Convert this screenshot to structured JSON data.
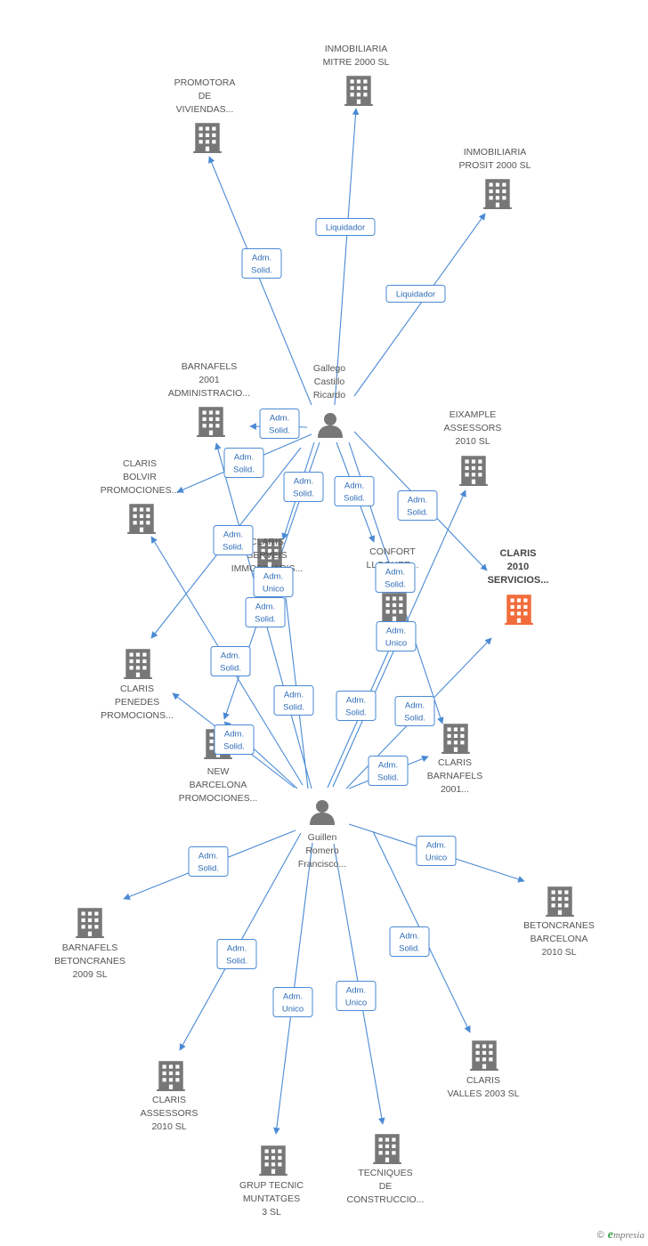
{
  "colors": {
    "edge": "#4a8ad4",
    "node": "#777777",
    "highlight": "#f26b3a",
    "edge_text": "#2e6cb8"
  },
  "nodes": [
    {
      "id": "mitre",
      "kind": "company",
      "label": [
        "INMOBILIARIA",
        "MITRE 2000 SL"
      ]
    },
    {
      "id": "promotora",
      "kind": "company",
      "label": [
        "PROMOTORA",
        "DE",
        "VIVIENDAS..."
      ]
    },
    {
      "id": "prosit",
      "kind": "company",
      "label": [
        "INMOBILIARIA",
        "PROSIT 2000 SL"
      ]
    },
    {
      "id": "gallego",
      "kind": "person",
      "label": [
        "Gallego",
        "Castillo",
        "Ricardo"
      ]
    },
    {
      "id": "barnafels2001adm",
      "kind": "company",
      "label": [
        "BARNAFELS",
        "2001",
        "ADMINISTRACIO..."
      ]
    },
    {
      "id": "eixample",
      "kind": "company",
      "label": [
        "EIXAMPLE",
        "ASSESSORS",
        "2010 SL"
      ]
    },
    {
      "id": "bolvir",
      "kind": "company",
      "label": [
        "CLARIS",
        "BOLVIR",
        "PROMOCIONES..."
      ]
    },
    {
      "id": "serveis",
      "kind": "company",
      "label": [
        "CLARIS",
        "SERVEIS",
        "IMMOBILIARIS..."
      ]
    },
    {
      "id": "confort",
      "kind": "company",
      "label": [
        "CONFORT",
        "LLOGUER..."
      ]
    },
    {
      "id": "claris2010",
      "kind": "company",
      "highlight": true,
      "label": [
        "CLARIS",
        "2010",
        "SERVICIOS..."
      ]
    },
    {
      "id": "penedes",
      "kind": "company",
      "label": [
        "CLARIS",
        "PENEDES",
        "PROMOCIONS..."
      ]
    },
    {
      "id": "newbcn",
      "kind": "company",
      "label": [
        "NEW",
        "BARCELONA",
        "PROMOCIONES..."
      ]
    },
    {
      "id": "barnafels2001",
      "kind": "company",
      "label": [
        "CLARIS",
        "BARNAFELS",
        "2001..."
      ]
    },
    {
      "id": "guillen",
      "kind": "person",
      "label": [
        "Guillen",
        "Romero",
        "Francisco..."
      ]
    },
    {
      "id": "betbcn",
      "kind": "company",
      "label": [
        "BETONCRANES",
        "BARCELONA",
        "2010 SL"
      ]
    },
    {
      "id": "barnafelsbet",
      "kind": "company",
      "label": [
        "BARNAFELS",
        "BETONCRANES",
        "2009 SL"
      ]
    },
    {
      "id": "valles",
      "kind": "company",
      "label": [
        "CLARIS",
        "VALLES 2003 SL"
      ]
    },
    {
      "id": "assessors",
      "kind": "company",
      "label": [
        "CLARIS",
        "ASSESSORS",
        "2010 SL"
      ]
    },
    {
      "id": "grup",
      "kind": "company",
      "label": [
        "GRUP TECNIC",
        "MUNTATGES",
        "3 SL"
      ]
    },
    {
      "id": "tecniques",
      "kind": "company",
      "label": [
        "TECNIQUES",
        "DE",
        "CONSTRUCCIO..."
      ]
    }
  ],
  "edges": [
    {
      "from": "gallego",
      "to": "mitre",
      "label": [
        "Liquidador"
      ]
    },
    {
      "from": "gallego",
      "to": "promotora",
      "label": [
        "Adm.",
        "Solid."
      ]
    },
    {
      "from": "gallego",
      "to": "prosit",
      "label": [
        "Liquidador"
      ]
    },
    {
      "from": "gallego",
      "to": "barnafels2001adm",
      "label": [
        "Adm.",
        "Solid."
      ]
    },
    {
      "from": "gallego",
      "to": "bolvir",
      "label": [
        "Adm.",
        "Solid."
      ]
    },
    {
      "from": "gallego",
      "to": "serveis",
      "label": [
        "Adm.",
        "Solid."
      ]
    },
    {
      "from": "gallego",
      "to": "confort",
      "label": [
        "Adm.",
        "Solid."
      ]
    },
    {
      "from": "gallego",
      "to": "claris2010",
      "label": [
        "Adm.",
        "Solid."
      ]
    },
    {
      "from": "gallego",
      "to": "penedes",
      "label": [
        "Adm.",
        "Solid."
      ]
    },
    {
      "from": "gallego",
      "to": "barnafels2001",
      "label": [
        "Adm.",
        "Solid."
      ]
    },
    {
      "from": "guillen",
      "to": "serveis",
      "label": [
        "Adm.",
        "Unico"
      ]
    },
    {
      "from": "guillen",
      "to": "newbcn",
      "label": [
        "Adm.",
        "Solid."
      ]
    },
    {
      "from": "guillen",
      "to": "barnafels2001adm",
      "label": [
        "Adm.",
        "Solid."
      ]
    },
    {
      "from": "guillen",
      "to": "bolvir",
      "label": [
        "Adm.",
        "Solid."
      ]
    },
    {
      "from": "guillen",
      "to": "penedes",
      "label": [
        "Adm.",
        "Solid."
      ]
    },
    {
      "from": "guillen",
      "to": "confort",
      "label": [
        "Adm.",
        "Unico"
      ]
    },
    {
      "from": "guillen",
      "to": "eixample",
      "label": [
        "Adm.",
        "Solid."
      ]
    },
    {
      "from": "guillen",
      "to": "claris2010",
      "label": [
        "Adm.",
        "Solid."
      ]
    },
    {
      "from": "guillen",
      "to": "barnafels2001",
      "label": [
        "Adm.",
        "Solid."
      ]
    },
    {
      "from": "guillen",
      "to": "betbcn",
      "label": [
        "Adm.",
        "Unico"
      ]
    },
    {
      "from": "guillen",
      "to": "barnafelsbet",
      "label": [
        "Adm.",
        "Solid."
      ]
    },
    {
      "from": "guillen",
      "to": "valles",
      "label": [
        "Adm.",
        "Solid."
      ]
    },
    {
      "from": "guillen",
      "to": "assessors",
      "label": [
        "Adm.",
        "Solid."
      ]
    },
    {
      "from": "guillen",
      "to": "grup",
      "label": [
        "Adm.",
        "Unico"
      ]
    },
    {
      "from": "guillen",
      "to": "tecniques",
      "label": [
        "Adm.",
        "Unico"
      ]
    },
    {
      "from": "gallego",
      "to": "newbcn",
      "label": [
        "Adm.",
        "Solid."
      ]
    }
  ],
  "footer": {
    "copyright": "©",
    "brand_initial": "e",
    "brand_rest": "mpresia"
  }
}
